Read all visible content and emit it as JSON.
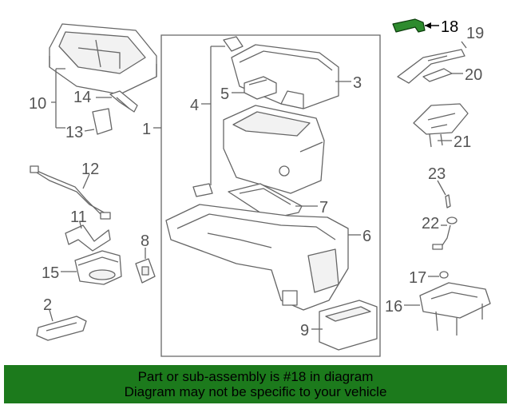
{
  "callouts": {
    "c1": "1",
    "c2": "2",
    "c3": "3",
    "c4": "4",
    "c5": "5",
    "c6": "6",
    "c7": "7",
    "c8": "8",
    "c9": "9",
    "c10": "10",
    "c11": "11",
    "c12": "12",
    "c13": "13",
    "c14": "14",
    "c15": "15",
    "c16": "16",
    "c17": "17",
    "c18": "18",
    "c19": "19",
    "c20": "20",
    "c21": "21",
    "c22": "22",
    "c23": "23"
  },
  "highlight": {
    "part": "18",
    "color": "#2e8b2e"
  },
  "banner": {
    "line1": "Part or sub-assembly is #18 in diagram",
    "line2": "Diagram may not be specific to your vehicle",
    "background": "#1c7a1c"
  }
}
